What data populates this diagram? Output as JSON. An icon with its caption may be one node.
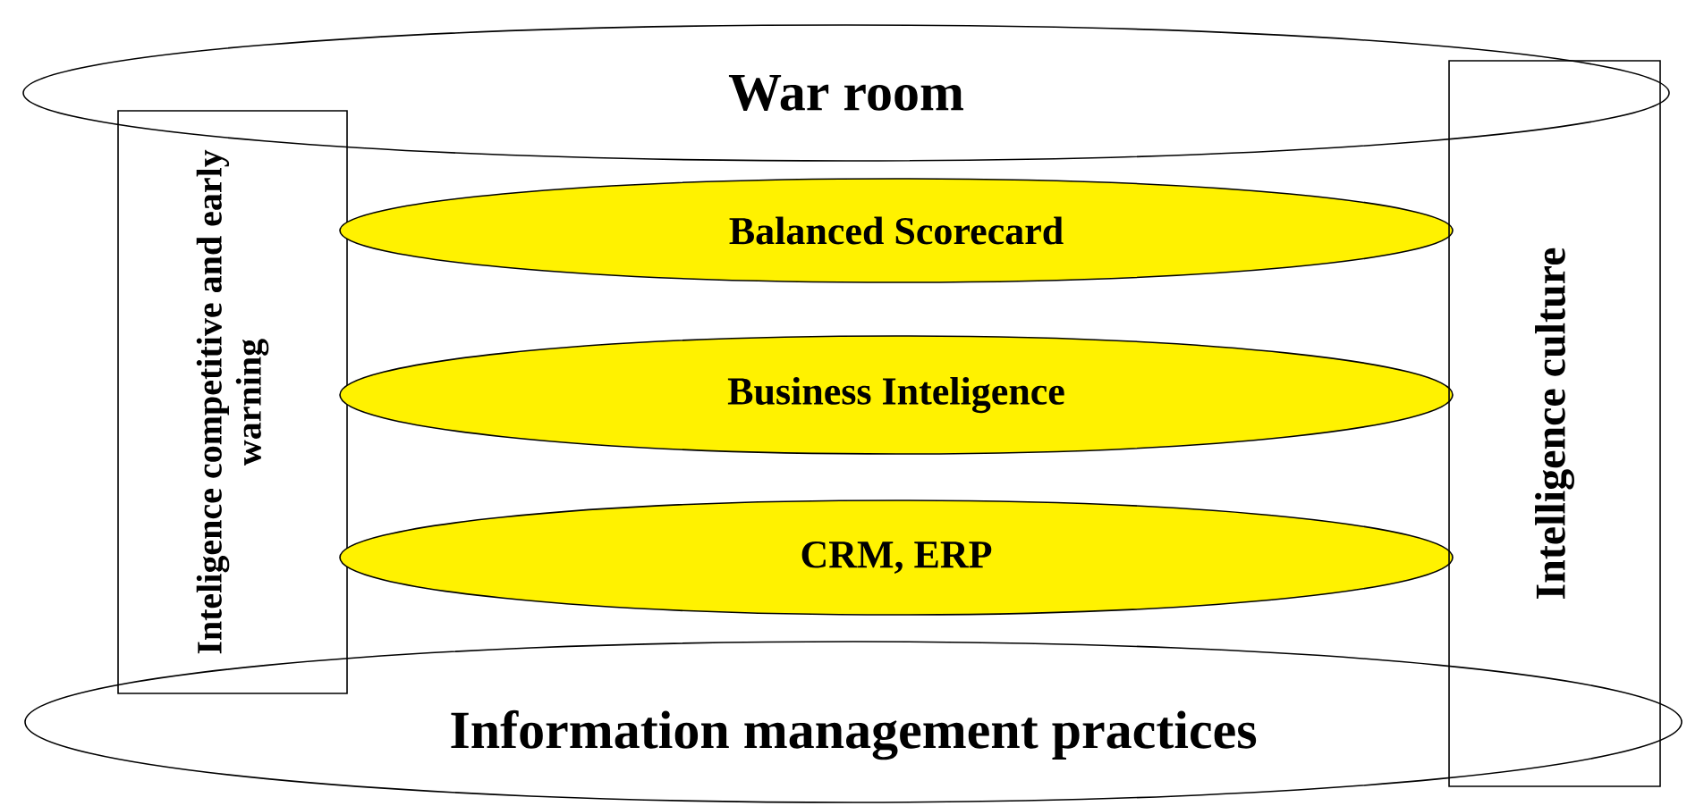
{
  "diagram": {
    "nodes": [
      {
        "text": [
          "War room"
        ]
      },
      {
        "text": [
          "Inteligence competitive and early warning"
        ]
      },
      {
        "text": [
          "Balanced Scorecard"
        ]
      },
      {
        "text": [
          "Business Inteligence"
        ]
      },
      {
        "text": [
          "CRM, ERP"
        ]
      },
      {
        "text": [
          "Intelligence culture"
        ]
      },
      {
        "text": [
          "Information management practices"
        ]
      }
    ]
  }
}
